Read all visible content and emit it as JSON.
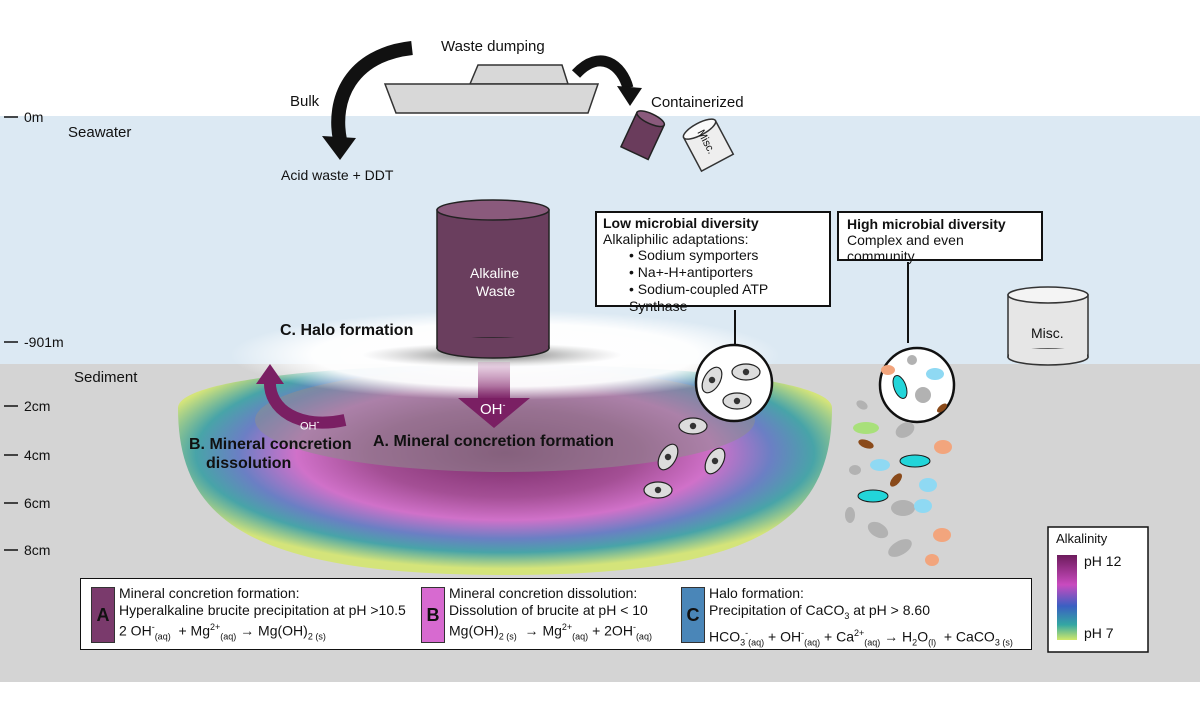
{
  "top": {
    "waste_dumping": "Waste dumping",
    "bulk": "Bulk",
    "containerized": "Containerized",
    "acid_waste": "Acid waste + DDT",
    "misc_small": "Misc."
  },
  "zones": {
    "seawater": "Seawater",
    "sediment": "Sediment"
  },
  "depth_ticks": [
    "0m",
    "-901m",
    "2cm",
    "4cm",
    "6cm",
    "8cm"
  ],
  "barrel": {
    "label_line1": "Alkaline",
    "label_line2": "Waste",
    "misc_label": "Misc."
  },
  "processes": {
    "halo": "C. Halo formation",
    "dissolution_line1": "B. Mineral concretion",
    "dissolution_line2": "dissolution",
    "formation": "A. Mineral concretion formation",
    "oh_arrow": "OH",
    "oh_small": "OH"
  },
  "low_diversity": {
    "title": "Low microbial diversity",
    "subtitle": "Alkaliphilic adaptations:",
    "items": [
      "Sodium symporters",
      "Na+-H+antiporters",
      "Sodium-coupled ATP Synthase"
    ]
  },
  "high_diversity": {
    "title": "High microbial diversity",
    "subtitle": "Complex and even community"
  },
  "alkalinity": {
    "title": "Alkalinity",
    "high": "pH 12",
    "low": "pH 7",
    "colors": [
      "#7a1f63",
      "#c43fb0",
      "#3a5fc0",
      "#37a6a0",
      "#c9e26a"
    ]
  },
  "legend": {
    "a": {
      "badge": "A",
      "line1": "Mineral concretion formation:",
      "line2": "Hyperalkaline brucite precipitation at pH >10.5",
      "line3": "2 OH-(aq)  + Mg2+(aq) → Mg(OH)2 (s)",
      "color": "#7a3a6c"
    },
    "b": {
      "badge": "B",
      "line1": "Mineral concretion dissolution:",
      "line2": "Dissolution of brucite at pH < 10",
      "line3": "Mg(OH)2 (s)  → Mg2+(aq) + 2OH-(aq)",
      "color": "#d76ad0"
    },
    "c": {
      "badge": "C",
      "line1": "Halo formation:",
      "line2": "Precipitation of CaCO3 at pH > 8.60",
      "line3": "HCO3-(aq) + OH-(aq) + Ca2+(aq) → H2O(l) + CaCO3 (s)",
      "color": "#4a86b8"
    }
  }
}
